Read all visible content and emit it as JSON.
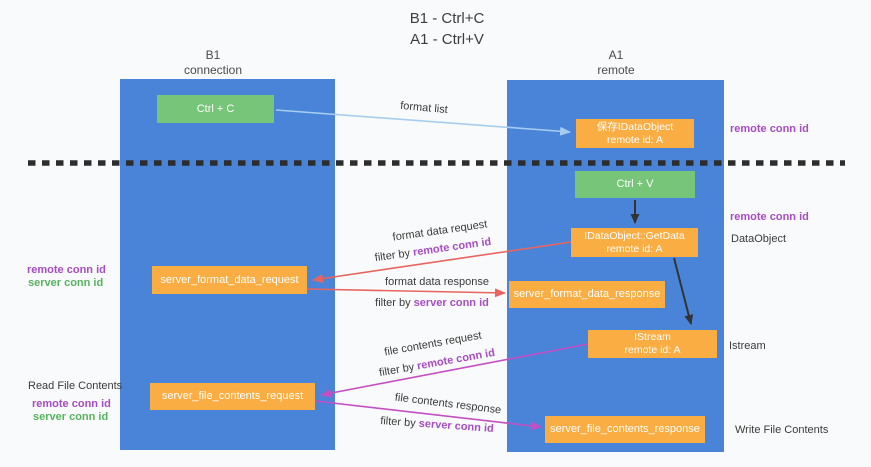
{
  "title": {
    "line1": "B1 - Ctrl+C",
    "line2": "A1 - Ctrl+V"
  },
  "columns": {
    "left": {
      "name": "B1",
      "role": "connection"
    },
    "right": {
      "name": "A1",
      "role": "remote"
    }
  },
  "boxes": {
    "ctrl_c": {
      "label": "Ctrl + C"
    },
    "save_idataobject": {
      "line1": "保存IDataObject",
      "line2": "remote id: A"
    },
    "ctrl_v": {
      "label": "Ctrl + V"
    },
    "idataobject_getdata": {
      "line1": "IDataObject::GetData",
      "line2": "remote id: A"
    },
    "server_format_data_request": {
      "label": "server_format_data_request"
    },
    "server_format_data_response": {
      "label": "server_format_data_response"
    },
    "istream": {
      "line1": "IStream",
      "line2": "remote id: A"
    },
    "server_file_contents_request": {
      "label": "server_file_contents_request"
    },
    "server_file_contents_response": {
      "label": "server_file_contents_response"
    }
  },
  "side_labels": {
    "right_remote_conn_id_1": "remote conn id",
    "right_remote_conn_id_2": "remote conn id",
    "data_object": "DataObject",
    "istream": "Istream",
    "write_file_contents": "Write File Contents",
    "left_remote_conn_id_1": "remote conn id",
    "left_server_conn_id_1": "server conn id",
    "read_file_contents": "Read File Contents",
    "left_remote_conn_id_2": "remote conn id",
    "left_server_conn_id_2": "server conn id"
  },
  "arrow_labels": {
    "format_list": "format list",
    "format_data_request": "format data request",
    "format_data_response": "format data response",
    "file_contents_request": "file contents request",
    "file_contents_response": "file contents response",
    "filter_by": "filter by ",
    "remote_conn_id": "remote conn id",
    "server_conn_id": "server conn id"
  },
  "colors": {
    "lane_blue": "#4a84d8",
    "box_green": "#77c578",
    "box_orange": "#f9ad43",
    "purple_text": "#a64dc1",
    "green_text": "#57b25f",
    "red_arrow": "#e8655f",
    "magenta_arrow": "#c44fc4",
    "light_blue_arrow": "#a6cdf0",
    "black_arrow": "#333333"
  }
}
